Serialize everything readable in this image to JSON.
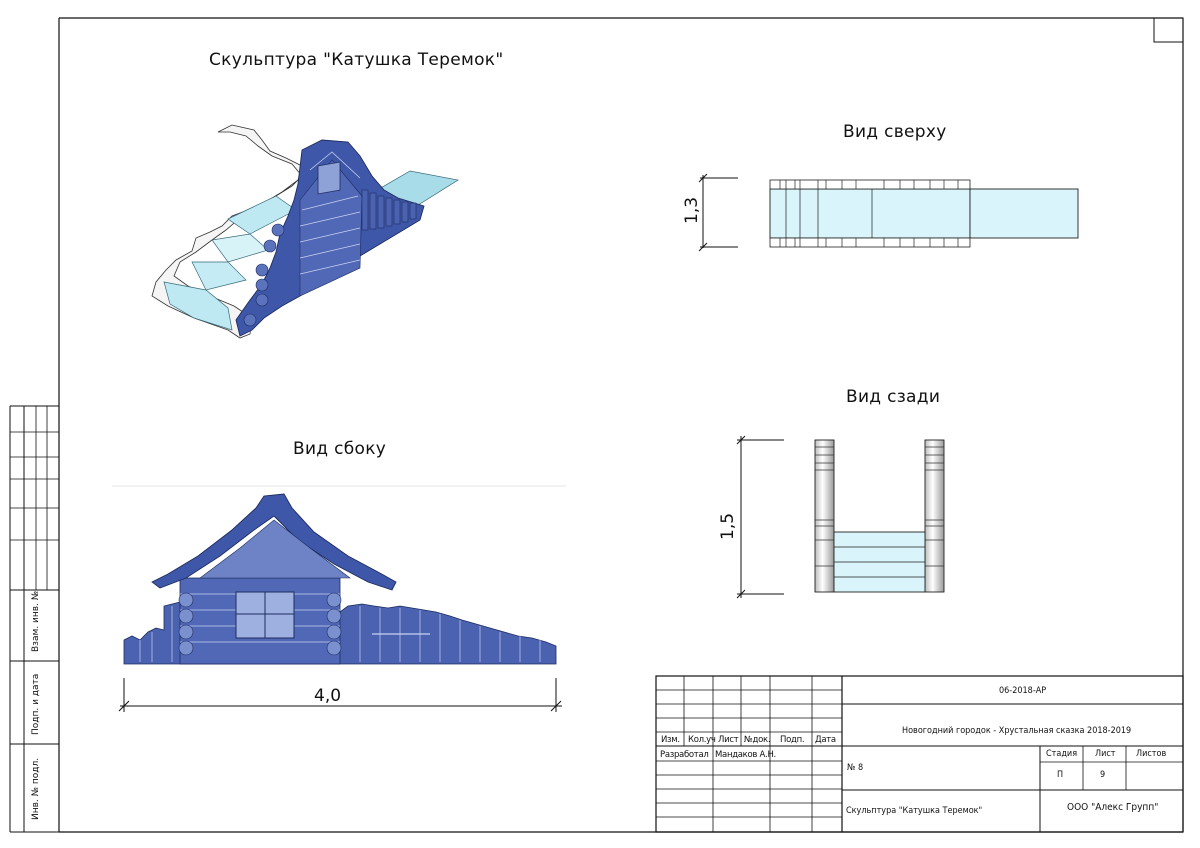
{
  "drawing": {
    "main_title": "Скульптура \"Катушка Теремок\"",
    "view_top_title": "Вид сверху",
    "view_back_title": "Вид сзади",
    "view_side_title": "Вид сбоку",
    "dim_side_length": "4,0",
    "dim_top_width": "1,3",
    "dim_back_height": "1,5",
    "colors": {
      "cobalt": "#3f57a8",
      "ice": "#cdeef4",
      "line": "#1a1a1a"
    }
  },
  "left_strip": {
    "label_1": "Взам. инв. №",
    "label_2": "Подп. и дата",
    "label_3": "Инв. № подл."
  },
  "title_block": {
    "doc_code": "06-2018-АР",
    "project": "Новогодний городок - Хрустальная сказка 2018-2019",
    "header_cols": [
      "Изм.",
      "Кол.уч",
      "Лист",
      "№док.",
      "Подп.",
      "Дата"
    ],
    "developer_label": "Разработал",
    "developer_name": "Мандаков А.Н.",
    "number_label": "№ 8",
    "stage_label": "Стадия",
    "sheet_label": "Лист",
    "sheets_label": "Листов",
    "stage_value": "П",
    "sheet_value": "9",
    "sheets_value": "",
    "item_name": "Скульптура \"Катушка Теремок\"",
    "company": "ООО \"Алекс Групп\""
  }
}
